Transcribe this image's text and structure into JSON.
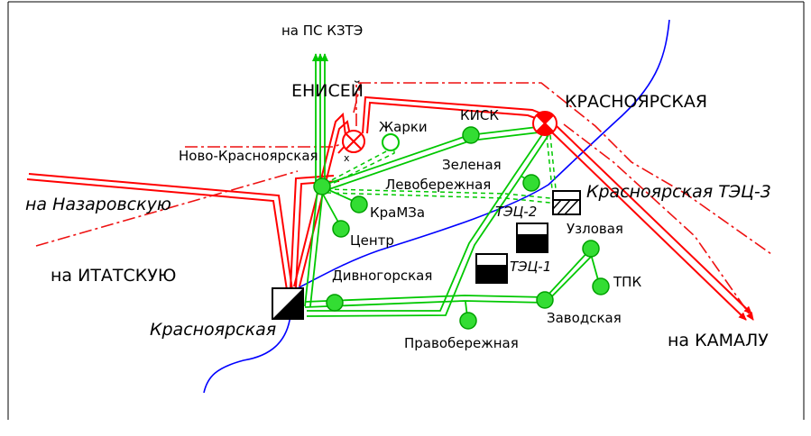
{
  "labels": {
    "ps_kzte": "на ПС КЗТЭ",
    "enisei": "ЕНИСЕЙ",
    "zharki": "Жарки",
    "kisk": "КИСК",
    "krasnoyarskaya_top": "КРАСНОЯРСКАЯ",
    "novo_krasnoyarskaya": "Ново-Красноярская",
    "zelenaya": "Зеленая",
    "levoberezhnaya": "Левобережная",
    "krasnoyarskaya_tec3": "Красноярская ТЭЦ-3",
    "na_nazarovskuyu": "на Назаровскую",
    "kramza": "КраМЗа",
    "tec2": "ТЭЦ-2",
    "uzlovaya": "Узловая",
    "tsentr": "Центр",
    "na_itatskuyu": "на ИТАТСКУЮ",
    "divnogorskaya": "Дивногорская",
    "tec1": "ТЭЦ-1",
    "tpk": "ТПК",
    "zavodskaya": "Заводская",
    "krasnoyarskaya_ges": "Красноярская",
    "pravoberezhnaya": "Правобережная",
    "na_kamalu": "на КАМАЛУ",
    "x_mark": "x"
  },
  "colors": {
    "line_500": "#ff0000",
    "line_220": "#00c800",
    "substation_fill": "#33dd33",
    "river": "#0000ff",
    "ink": "#000000"
  }
}
